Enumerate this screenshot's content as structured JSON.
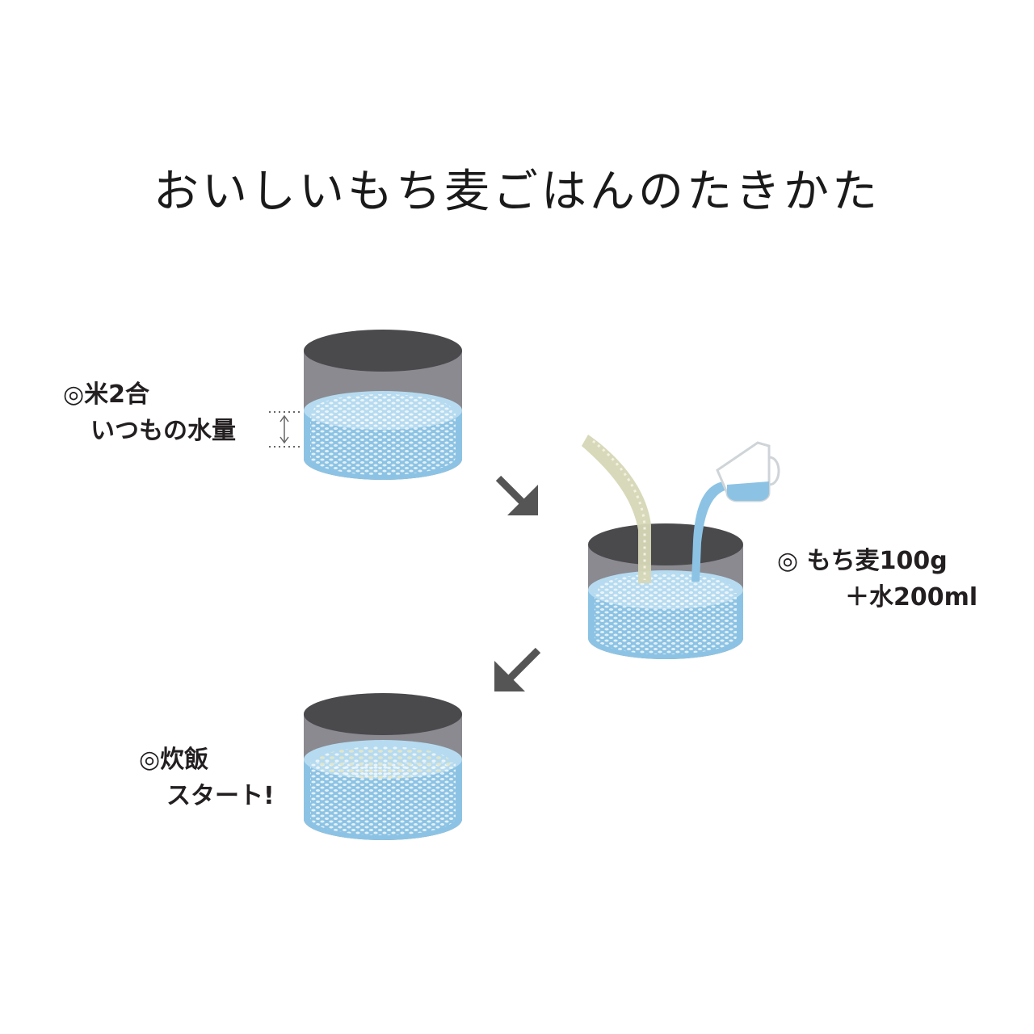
{
  "title": "おいしいもち麦ごはんのたきかた",
  "steps": [
    {
      "line1": "◎米2合",
      "line2": "いつもの水量"
    },
    {
      "line1": "◎ もち麦100g",
      "line2": "＋水200ml"
    },
    {
      "line1": "◎炊飯",
      "line2": "スタート!"
    }
  ],
  "colors": {
    "pot_dark": "#4a4a4d",
    "pot_side": "#8a8a90",
    "water": "#8cc3e4",
    "water_surface": "#b6dbf0",
    "rice": "#f4f8fb",
    "barley": "#d6d7b6",
    "arrow": "#555555"
  },
  "icons": [
    "arrow-down-right-icon",
    "arrow-down-left-icon",
    "measuring-cup-icon",
    "double-arrow-icon"
  ]
}
